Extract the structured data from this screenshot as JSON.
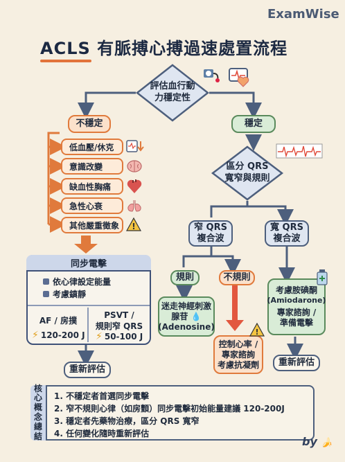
{
  "brand": "ExamWise",
  "title": "ACLS 有脈搏心搏過速處置流程",
  "start": {
    "line1": "評估血行動",
    "line2": "力穩定性"
  },
  "unstable": "不穩定",
  "stable": "穩定",
  "symptoms": [
    "低血壓/休克",
    "意識改變",
    "缺血性胸痛",
    "急性心衰",
    "其他嚴重徵象"
  ],
  "sync": {
    "title": "同步電擊",
    "bullets": [
      "依心律設定能量",
      "考慮鎮靜"
    ],
    "af": {
      "label": "AF / 房撲",
      "energy": "120-200 J"
    },
    "psvt": {
      "line1": "PSVT /",
      "line2": "規則窄 QRS",
      "energy": "50-100 J"
    }
  },
  "reassess": "重新評估",
  "qrs_diamond": {
    "line1": "區分 QRS",
    "line2": "寬窄與規則"
  },
  "narrow": {
    "line1": "窄 QRS",
    "line2": "複合波"
  },
  "wide": {
    "line1": "寬 QRS",
    "line2": "複合波"
  },
  "regular": "規則",
  "irregular": "不規則",
  "vagal": {
    "line1": "迷走神經刺激",
    "line2": "腺苷",
    "line3": "(Adenosine)"
  },
  "rate_control": {
    "line1": "控制心率 /",
    "line2": "專家諮詢",
    "line3": "考慮抗凝劑"
  },
  "amio": {
    "line1": "考慮胺碘酮",
    "line2": "(Amiodarone)",
    "line3": "專家諮詢 /",
    "line4": "準備電擊"
  },
  "summary": {
    "label": [
      "核",
      "心",
      "概",
      "念",
      "總",
      "結"
    ],
    "items": [
      "1. 不穩定者首選同步電擊",
      "2. 窄不規則心律（如房顫）同步電擊初始能量建議 120-200J",
      "3. 穩定者先藥物治療，區分 QRS 寬窄",
      "4. 任何變化隨時重新評估"
    ]
  },
  "by": "by",
  "colors": {
    "navy": "#4d5f7d",
    "orange": "#e07a3c",
    "green": "#5a8a5c",
    "red": "#e04a3a"
  }
}
